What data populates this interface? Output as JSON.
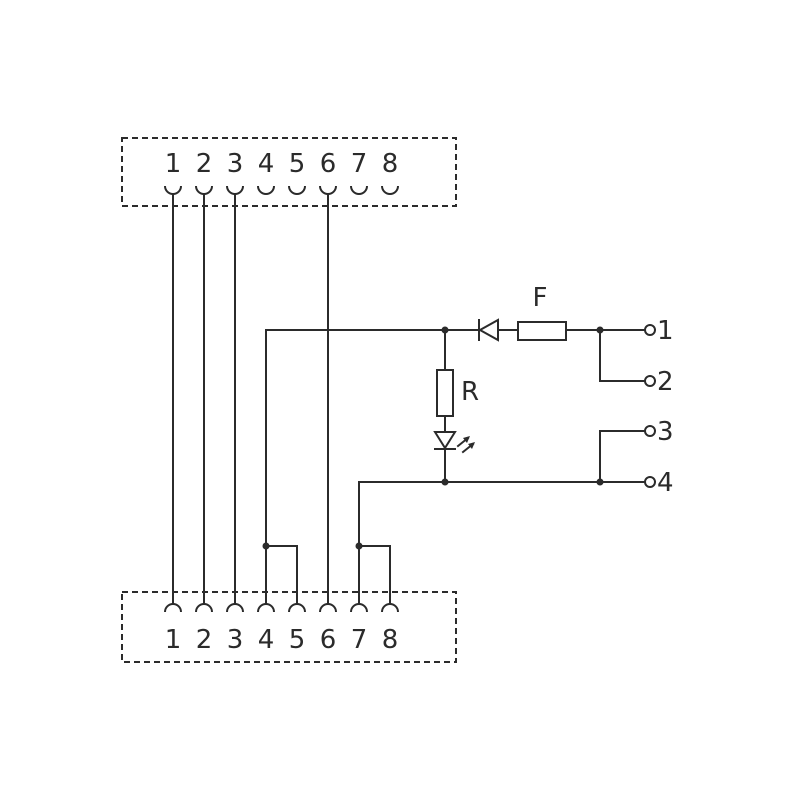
{
  "top_connector": {
    "pins": [
      "1",
      "2",
      "3",
      "4",
      "5",
      "6",
      "7",
      "8"
    ]
  },
  "bottom_connector": {
    "pins": [
      "1",
      "2",
      "3",
      "4",
      "5",
      "6",
      "7",
      "8"
    ]
  },
  "terminals": [
    "1",
    "2",
    "3",
    "4"
  ],
  "components": {
    "fuse_label": "F",
    "resistor_label": "R"
  },
  "colors": {
    "line": "#2b2b2b",
    "background": "#ffffff"
  }
}
